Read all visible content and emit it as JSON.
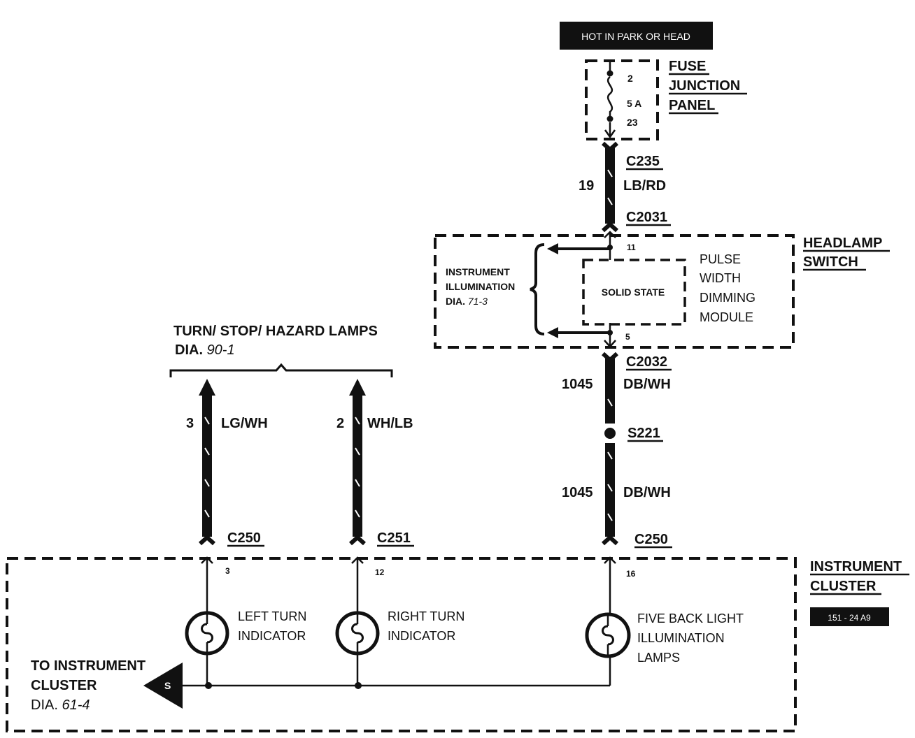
{
  "supply": {
    "hot_label": "HOT IN PARK OR HEAD",
    "fuse_pin_in": "2",
    "fuse_rating": "5 A",
    "fuse_pin_out": "23",
    "fuse_panel_line1": "FUSE",
    "fuse_panel_line2": "JUNCTION",
    "fuse_panel_line3": "PANEL"
  },
  "wire_19": {
    "connector_top": "C235",
    "circuit": "19",
    "color": "LB/RD",
    "connector_bottom": "C2031"
  },
  "headlamp_switch": {
    "title_line1": "HEADLAMP",
    "title_line2": "SWITCH",
    "pin_in": "11",
    "pin_out": "5",
    "ref_line1": "INSTRUMENT",
    "ref_line2": "ILLUMINATION",
    "ref_line3_prefix": "DIA.",
    "ref_line3_num": "71-3",
    "inner_module": "SOLID STATE",
    "module_line1": "PULSE",
    "module_line2": "WIDTH",
    "module_line3": "DIMMING",
    "module_line4": "MODULE"
  },
  "wire_1045": {
    "connector_top": "C2032",
    "circuit_upper": "1045",
    "color_upper": "DB/WH",
    "splice": "S221",
    "circuit_lower": "1045",
    "color_lower": "DB/WH",
    "connector_bottom": "C250"
  },
  "turn_lamps": {
    "title": "TURN/ STOP/ HAZARD LAMPS",
    "dia_prefix": "DIA.",
    "dia_num": "90-1",
    "left_circuit": "3",
    "left_color": "LG/WH",
    "left_connector": "C250",
    "right_circuit": "2",
    "right_color": "WH/LB",
    "right_connector": "C251"
  },
  "instrument_cluster": {
    "title_line1": "INSTRUMENT",
    "title_line2": "CLUSTER",
    "badge": "151 - 24 A9",
    "pin_left": "3",
    "pin_mid": "12",
    "pin_right": "16",
    "lamp_left_line1": "LEFT TURN",
    "lamp_left_line2": "INDICATOR",
    "lamp_mid_line1": "RIGHT TURN",
    "lamp_mid_line2": "INDICATOR",
    "lamp_right_line1": "FIVE BACK LIGHT",
    "lamp_right_line2": "ILLUMINATION",
    "lamp_right_line3": "LAMPS",
    "to_line1": "TO INSTRUMENT",
    "to_line2": "CLUSTER",
    "to_dia_prefix": "DIA.",
    "to_dia_num": "61-4",
    "shield_symbol": "S"
  }
}
